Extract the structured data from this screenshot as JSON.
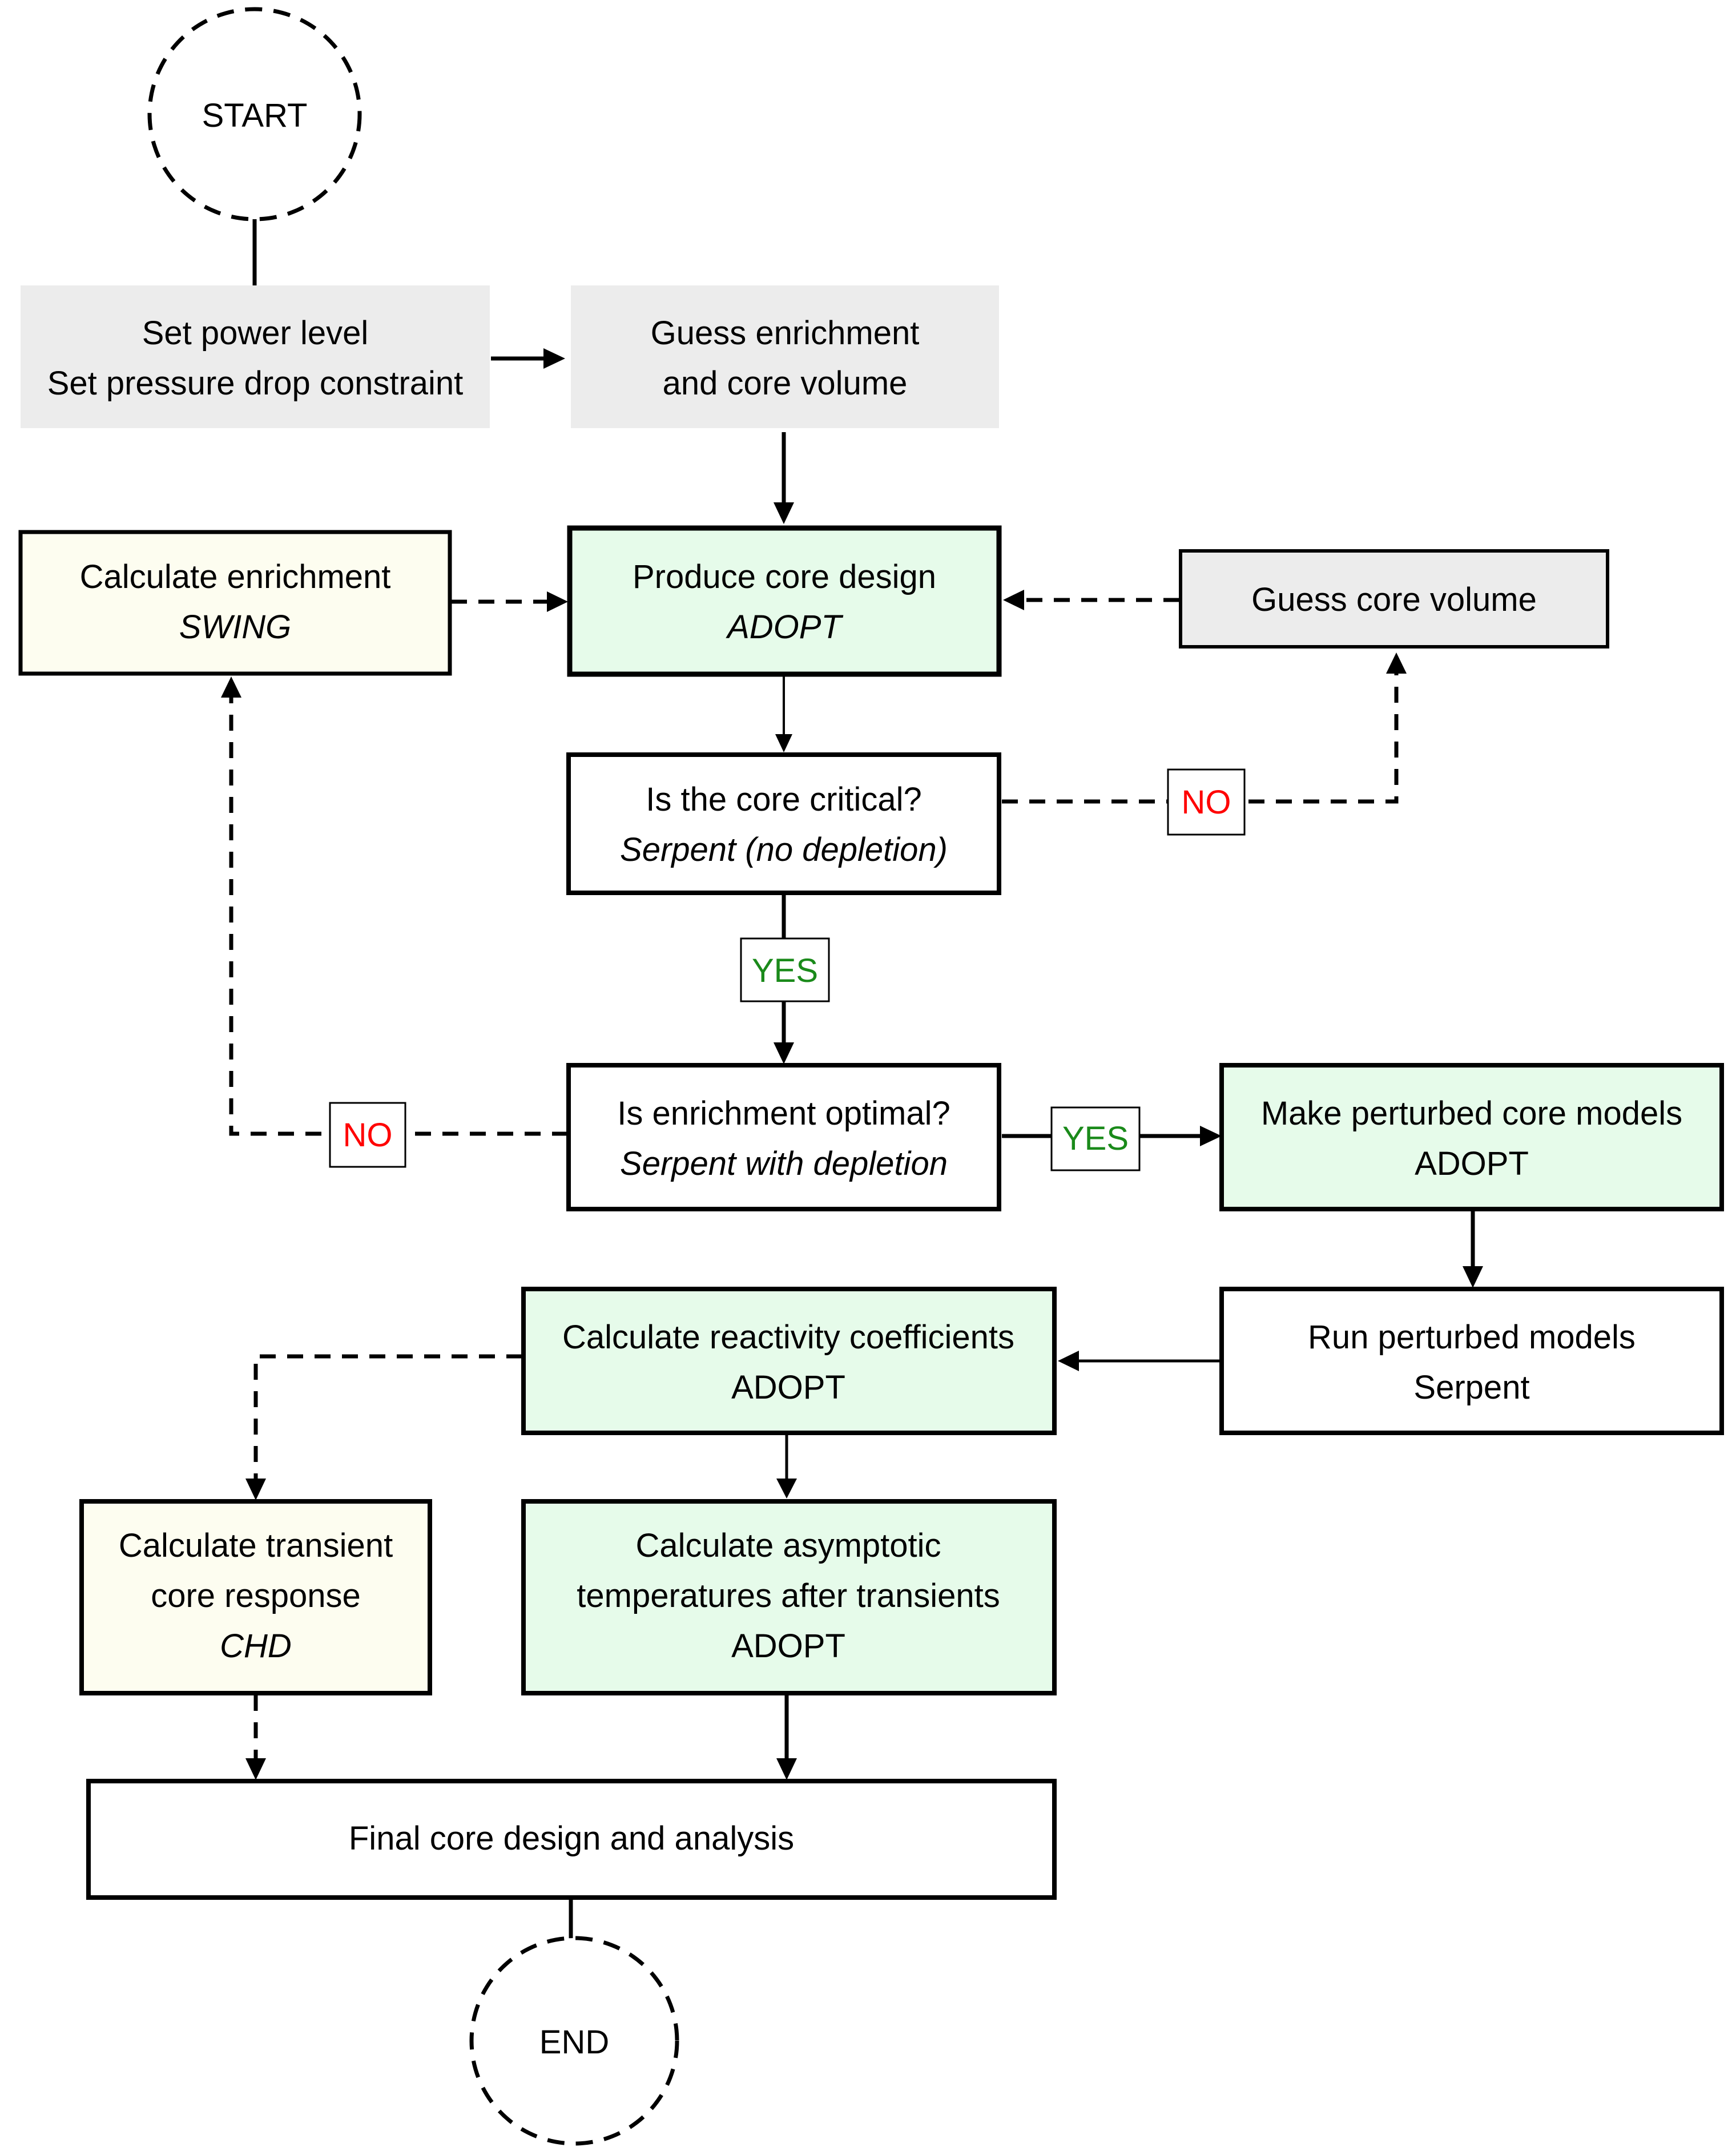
{
  "start": "START",
  "end": "END",
  "set_power": {
    "line1": "Set power level",
    "line2": "Set pressure drop constraint"
  },
  "guess_enrichment": {
    "line1": "Guess enrichment",
    "line2": "and core volume"
  },
  "calc_enrichment": {
    "line1": "Calculate enrichment",
    "line2": "SWING"
  },
  "produce_core": {
    "line1": "Produce core design",
    "line2": "ADOPT"
  },
  "guess_volume": {
    "line1": "Guess core volume"
  },
  "is_critical": {
    "line1": "Is the core critical?",
    "line2": "Serpent (no depletion)"
  },
  "is_optimal": {
    "line1": "Is enrichment optimal?",
    "line2": "Serpent with depletion"
  },
  "make_perturbed": {
    "line1": "Make perturbed core models",
    "line2": "ADOPT"
  },
  "run_perturbed": {
    "line1": "Run perturbed models",
    "line2": "Serpent"
  },
  "calc_reactivity": {
    "line1": "Calculate reactivity coefficients",
    "line2": "ADOPT"
  },
  "calc_transient": {
    "line1": "Calculate transient",
    "line2": "core response",
    "line3": "CHD"
  },
  "calc_asymptotic": {
    "line1": "Calculate asymptotic",
    "line2": "temperatures after transients",
    "line3": "ADOPT"
  },
  "final": {
    "line1": "Final core design and analysis"
  },
  "labels": {
    "no_critical": "NO",
    "yes_critical": "YES",
    "no_optimal": "NO",
    "yes_optimal": "YES"
  },
  "colors": {
    "stroke": "#000000",
    "gray_fill": "#ececec",
    "green_fill": "#e6fbea",
    "yellow_fill": "#fdfdf0",
    "no_red": "#ff0000",
    "yes_green": "#1a8a1a"
  }
}
